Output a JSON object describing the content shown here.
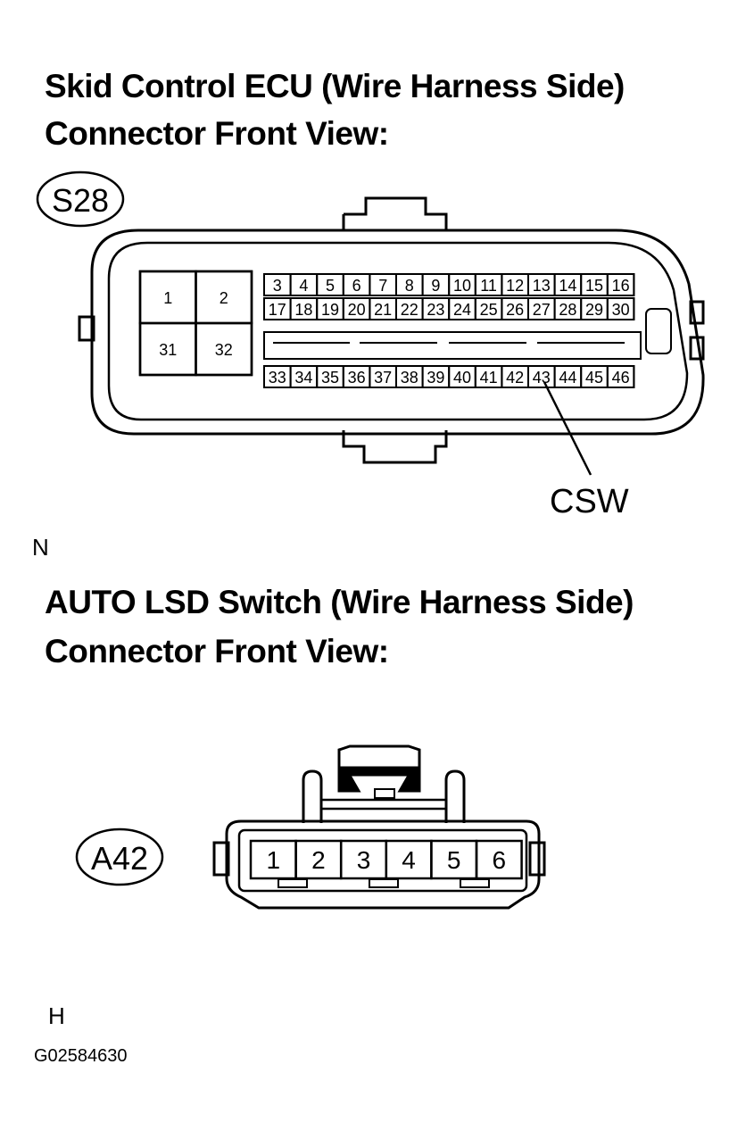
{
  "ecu": {
    "title_line1": "Skid Control ECU (Wire Harness Side)",
    "title_line2": "Connector Front View:",
    "connector_id": "S28",
    "pins_large": [
      "1",
      "2",
      "31",
      "32"
    ],
    "pins_row1": [
      "3",
      "4",
      "5",
      "6",
      "7",
      "8",
      "9",
      "10",
      "11",
      "12",
      "13",
      "14",
      "15",
      "16"
    ],
    "pins_row2": [
      "17",
      "18",
      "19",
      "20",
      "21",
      "22",
      "23",
      "24",
      "25",
      "26",
      "27",
      "28",
      "29",
      "30"
    ],
    "pins_row3": [
      "33",
      "34",
      "35",
      "36",
      "37",
      "38",
      "39",
      "40",
      "41",
      "42",
      "43",
      "44",
      "45",
      "46"
    ],
    "callout_label": "CSW",
    "corner_letter": "N"
  },
  "switch": {
    "title_line1": "AUTO LSD Switch (Wire Harness Side)",
    "title_line2": "Connector Front View:",
    "connector_id": "A42",
    "pins": [
      "1",
      "2",
      "3",
      "4",
      "5",
      "6"
    ],
    "corner_letter": "H"
  },
  "figure_id": "G02584630"
}
